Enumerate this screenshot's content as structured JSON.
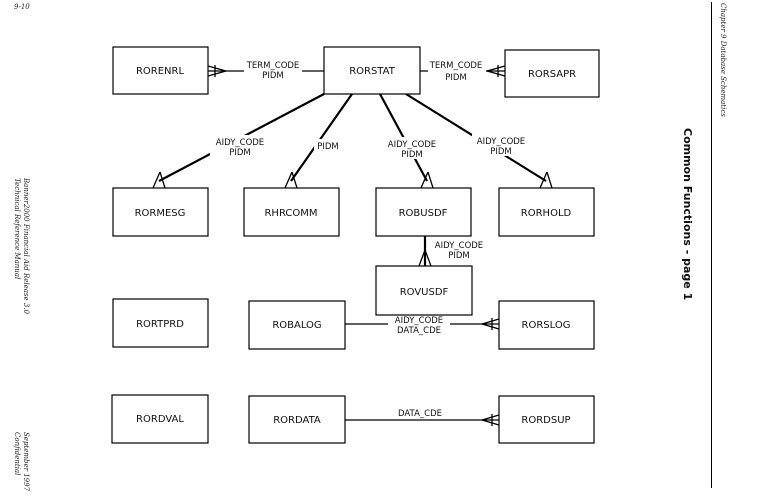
{
  "page": {
    "page_number": "9-10",
    "chapter": "Chapter 9 Database Schematics",
    "title": "Common Functions - page 1",
    "manual_line1": "Banner2000 Financial Aid Release 3.0",
    "manual_line2": "Technical Reference Manual",
    "date_line1": "September 1997",
    "date_line2": "Confidential"
  },
  "entities": {
    "rorenrl": "RORENRL",
    "rorstat": "RORSTAT",
    "rorsapr": "RORSAPR",
    "rormesg": "RORMESG",
    "rhrcomm": "RHRCOMM",
    "robusdf": "ROBUSDF",
    "rorhold": "RORHOLD",
    "rovusdf": "ROVUSDF",
    "rortprd": "RORTPRD",
    "robalog": "ROBALOG",
    "rorslog": "RORSLOG",
    "rordval": "RORDVAL",
    "rordata": "RORDATA",
    "rordsup": "RORDSUP"
  },
  "relationships": {
    "rorstat_rorenrl": [
      "TERM_CODE",
      "PIDM"
    ],
    "rorstat_rorsapr": [
      "TERM_CODE",
      "PIDM"
    ],
    "rorstat_rormesg": [
      "AIDY_CODE",
      "PIDM"
    ],
    "rorstat_rhrcomm": [
      "PIDM"
    ],
    "rorstat_robusdf": [
      "AIDY_CODE",
      "PIDM"
    ],
    "rorstat_rorhold": [
      "AIDY_CODE",
      "PIDM"
    ],
    "robusdf_rovusdf": [
      "AIDY_CODE",
      "PIDM"
    ],
    "robalog_rorslog": [
      "AIDY_CODE",
      "DATA_CDE"
    ],
    "rordata_rordsup": [
      "DATA_CDE"
    ]
  }
}
